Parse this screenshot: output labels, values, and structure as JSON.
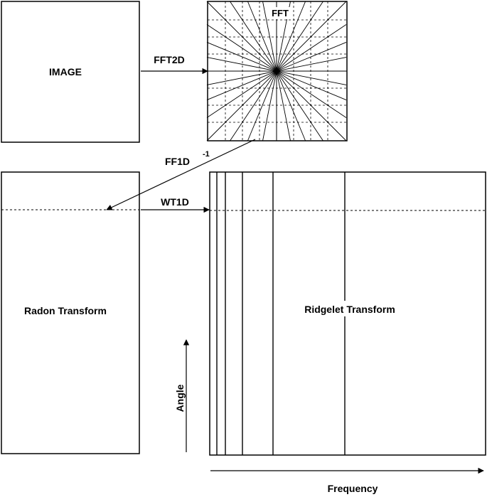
{
  "diagram": {
    "image_label": "IMAGE",
    "fft_label": "FFT",
    "fft2d_label": "FFT2D",
    "ff1d_label": "FF1D",
    "ff1d_superscript": "-1",
    "wt1d_label": "WT1D",
    "radon_label": "Radon Transform",
    "ridgelet_label": "Ridgelet Transform",
    "angle_label": "Angle",
    "frequency_label": "Frequency"
  }
}
